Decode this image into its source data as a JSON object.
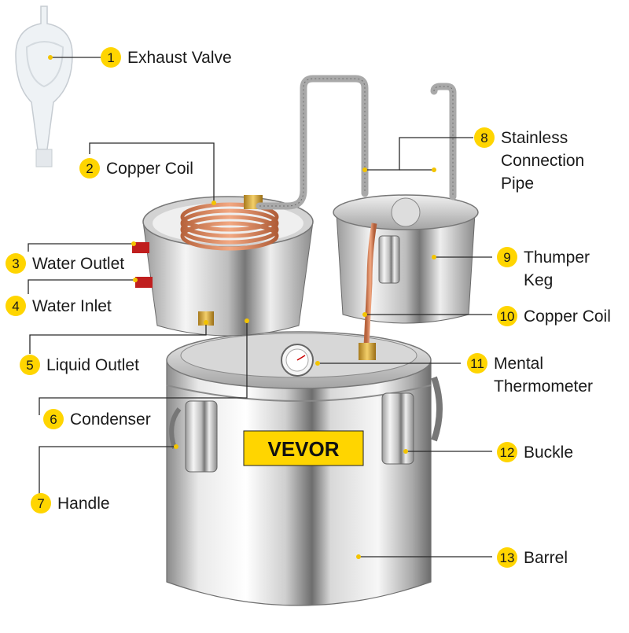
{
  "brand": {
    "logo_text": "VEVOR",
    "logo_color": "#FFD500"
  },
  "colors": {
    "badge": "#FFD500",
    "steel_light": "#f4f4f4",
    "steel_dark": "#7d7d7d",
    "copper": "#d9875f"
  },
  "callouts": [
    {
      "num": "1",
      "lines": [
        "Exhaust Valve"
      ]
    },
    {
      "num": "2",
      "lines": [
        "Copper Coil"
      ]
    },
    {
      "num": "3",
      "lines": [
        "Water Outlet"
      ]
    },
    {
      "num": "4",
      "lines": [
        "Water Inlet"
      ]
    },
    {
      "num": "5",
      "lines": [
        "Liquid Outlet"
      ]
    },
    {
      "num": "6",
      "lines": [
        "Condenser"
      ]
    },
    {
      "num": "7",
      "lines": [
        "Handle"
      ]
    },
    {
      "num": "8",
      "lines": [
        "Stainless",
        "Connection",
        "Pipe"
      ]
    },
    {
      "num": "9",
      "lines": [
        "Thumper",
        "Keg"
      ]
    },
    {
      "num": "10",
      "lines": [
        "Copper Coil"
      ]
    },
    {
      "num": "11",
      "lines": [
        "Mental",
        "Thermometer"
      ]
    },
    {
      "num": "12",
      "lines": [
        "Buckle"
      ]
    },
    {
      "num": "13",
      "lines": [
        "Barrel"
      ]
    }
  ]
}
